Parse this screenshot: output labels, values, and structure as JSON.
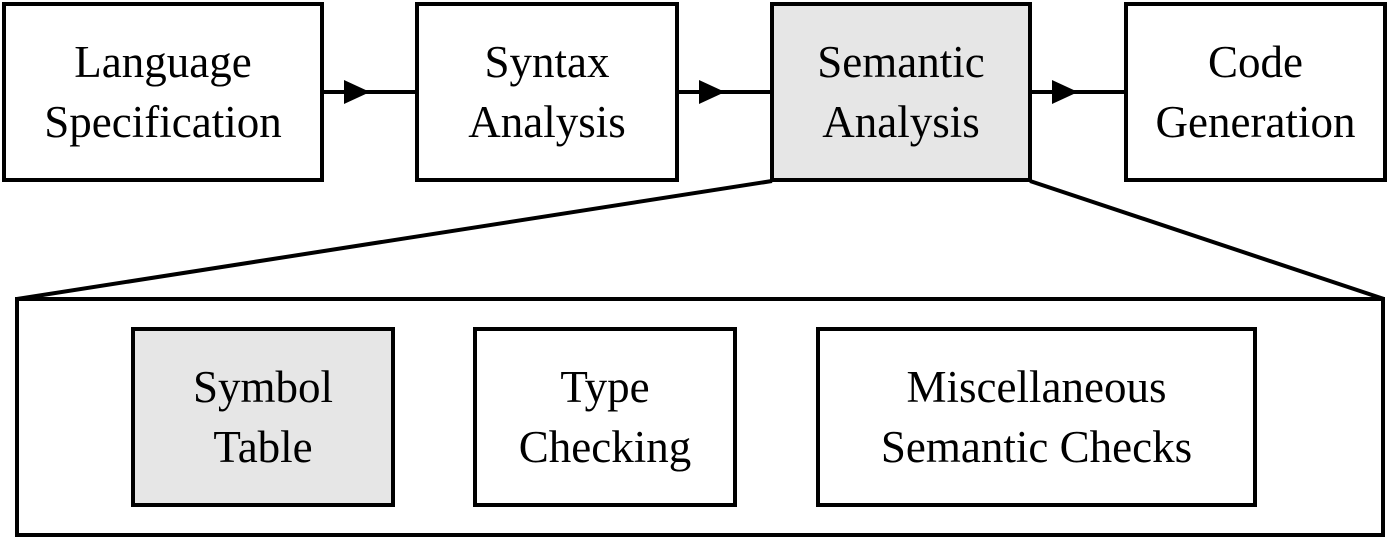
{
  "pipeline": [
    {
      "lines": [
        "Language",
        "Specification"
      ]
    },
    {
      "lines": [
        "Syntax",
        "Analysis"
      ]
    },
    {
      "lines": [
        "Semantic",
        "Analysis"
      ]
    },
    {
      "lines": [
        "Code",
        "Generation"
      ]
    }
  ],
  "semantic_detail": [
    {
      "lines": [
        "Symbol",
        "Table"
      ]
    },
    {
      "lines": [
        "Type",
        "Checking"
      ]
    },
    {
      "lines": [
        "Miscellaneous",
        "Semantic Checks"
      ]
    }
  ],
  "colors": {
    "stroke": "#000000",
    "box_fill": "#ffffff",
    "highlight_fill": "#e6e6e6"
  }
}
